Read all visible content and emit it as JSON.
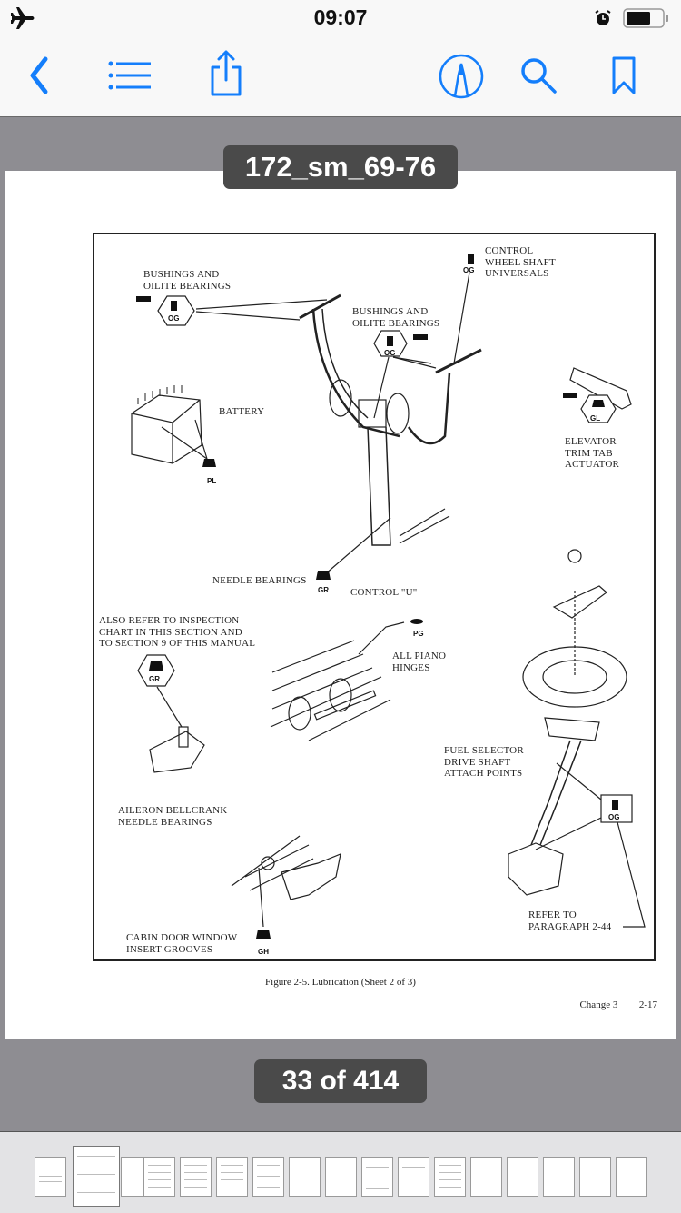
{
  "status_bar": {
    "time": "09:07",
    "airplane_mode": true,
    "alarm": true,
    "battery_level_percent": 60
  },
  "toolbar": {
    "back": "chevron-left-icon",
    "contents": "list-icon",
    "share": "share-icon",
    "markup": "markup-pen-icon",
    "search": "search-icon",
    "bookmark": "bookmark-icon",
    "accent_color": "#147efb"
  },
  "document": {
    "title": "172_sm_69-76",
    "current_page": 33,
    "total_pages": 414,
    "page_indicator": "33 of 414"
  },
  "figure": {
    "labels": {
      "bushings_left": "BUSHINGS AND\nOILITE BEARINGS",
      "bushings_center": "BUSHINGS AND\nOILITE BEARINGS",
      "control_wheel": "CONTROL\nWHEEL SHAFT\nUNIVERSALS",
      "battery": "BATTERY",
      "elevator": "ELEVATOR\nTRIM TAB\nACTUATOR",
      "needle_bearings": "NEEDLE BEARINGS",
      "control_u": "CONTROL \"U\"",
      "also_refer": "ALSO REFER TO INSPECTION\nCHART IN THIS SECTION AND\nTO SECTION 9 OF THIS MANUAL",
      "piano_hinges": "ALL PIANO\nHINGES",
      "fuel_selector": "FUEL SELECTOR\nDRIVE SHAFT\nATTACH POINTS",
      "aileron": "AILERON BELLCRANK\nNEEDLE BEARINGS",
      "cabin_door": "CABIN DOOR WINDOW\nINSERT GROOVES",
      "refer_paragraph": "REFER TO\nPARAGRAPH 2-44"
    },
    "codes": {
      "og_left": "OG",
      "og_center": "OG",
      "og_control_wheel": "OG",
      "pl": "PL",
      "gl": "GL",
      "gr_needle": "GR",
      "gr_aileron": "GR",
      "pg": "PG",
      "gh": "GH",
      "og_fuel": "OG"
    },
    "caption": "Figure 2-5.  Lubrication  (Sheet 2 of 3)",
    "footer_change": "Change 3",
    "footer_page": "2-17"
  },
  "thumbnails": {
    "count": 18,
    "active_index": 1
  }
}
